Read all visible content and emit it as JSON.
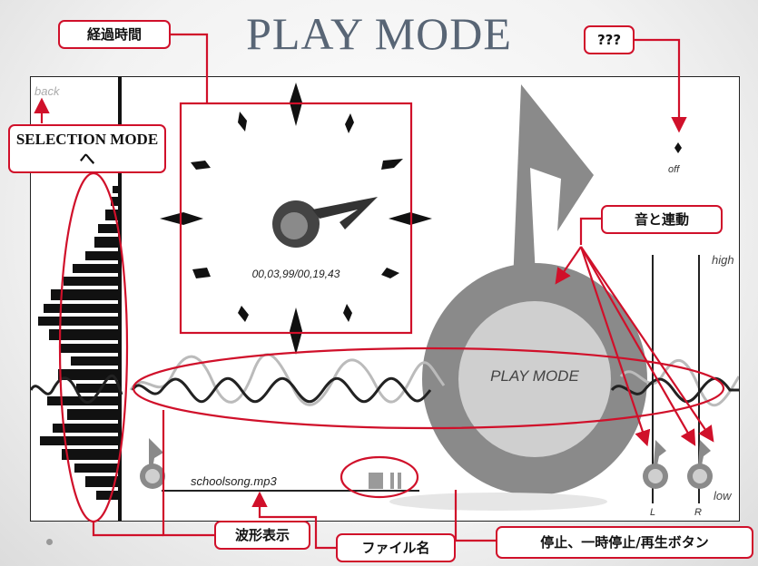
{
  "title": "PLAY MODE",
  "screen": {
    "back_label": "back",
    "timer_text": "00,03,99/00,19,43",
    "off_label": "off",
    "high_label": "high",
    "low_label": "low",
    "left_label": "L",
    "right_label": "R",
    "center_label": "PLAY MODE",
    "file_name": "schoolsong.mp3",
    "waveform_color": "#222222",
    "note_color": "#8a8a8a"
  },
  "callouts": {
    "elapsed_time": "経過時間",
    "unknown": "???",
    "selection_mode": "SELECTION MODEへ",
    "sound_link": "音と連動",
    "waveform": "波形表示",
    "file_name": "ファイル名",
    "playback_buttons": "停止、一時停止/再生ボタン"
  },
  "accent_color": "#d0102a"
}
